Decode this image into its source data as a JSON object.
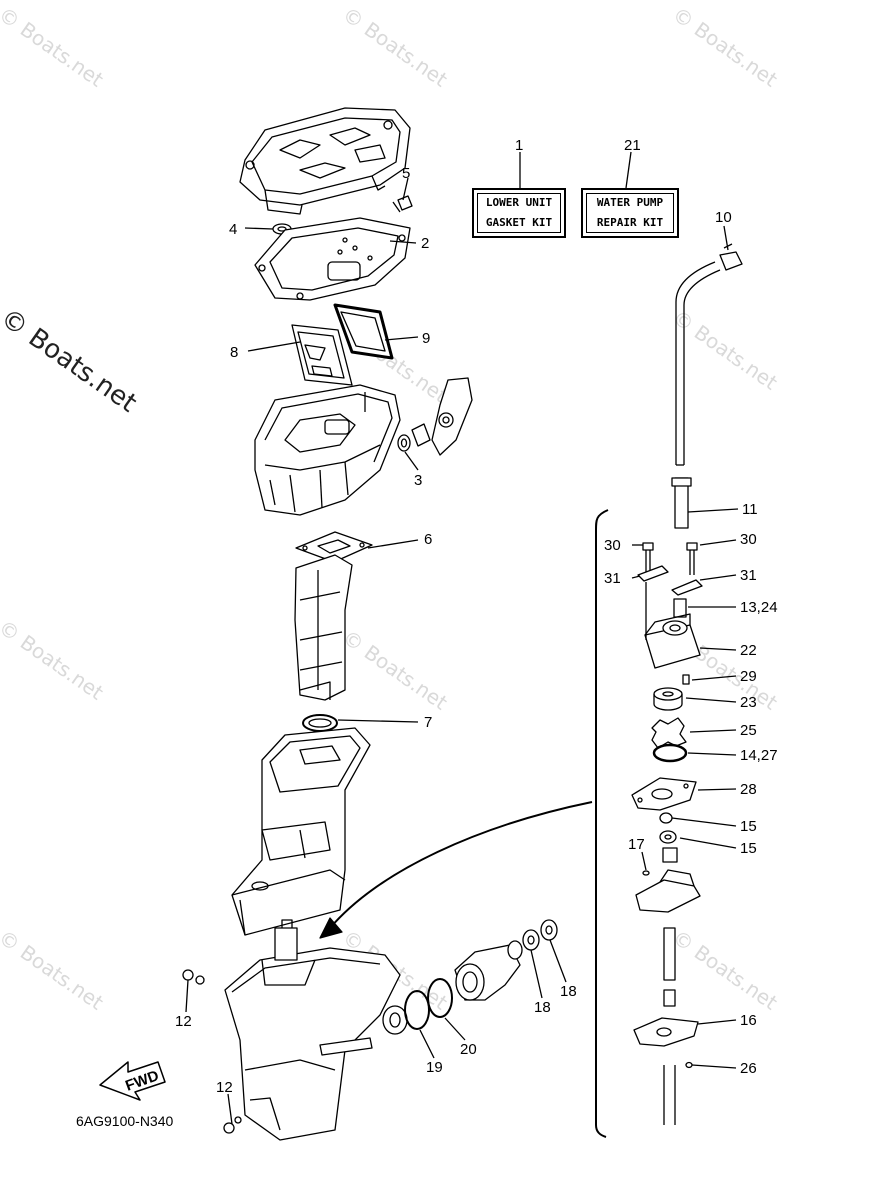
{
  "watermark": "© Boats.net",
  "side_watermark": "© Boats.net",
  "kits": [
    {
      "number": "1",
      "line1": "LOWER UNIT",
      "line2": "GASKET KIT"
    },
    {
      "number": "21",
      "line1": "WATER PUMP",
      "line2": "REPAIR KIT"
    }
  ],
  "callouts": {
    "p2": "2",
    "p3": "3",
    "p4": "4",
    "p5": "5",
    "p6": "6",
    "p7": "7",
    "p8": "8",
    "p9": "9",
    "p10": "10",
    "p11": "11",
    "p12a": "12",
    "p12b": "12",
    "p13": "13,24",
    "p14": "14,27",
    "p15a": "15",
    "p15b": "15",
    "p16": "16",
    "p17": "17",
    "p18a": "18",
    "p18b": "18",
    "p19": "19",
    "p20": "20",
    "p22": "22",
    "p23": "23",
    "p25": "25",
    "p26": "26",
    "p28": "28",
    "p29": "29",
    "p30a": "30",
    "p30b": "30",
    "p31a": "31",
    "p31b": "31"
  },
  "fwd_label": "FWD",
  "diagram_code": "6AG9100-N340"
}
